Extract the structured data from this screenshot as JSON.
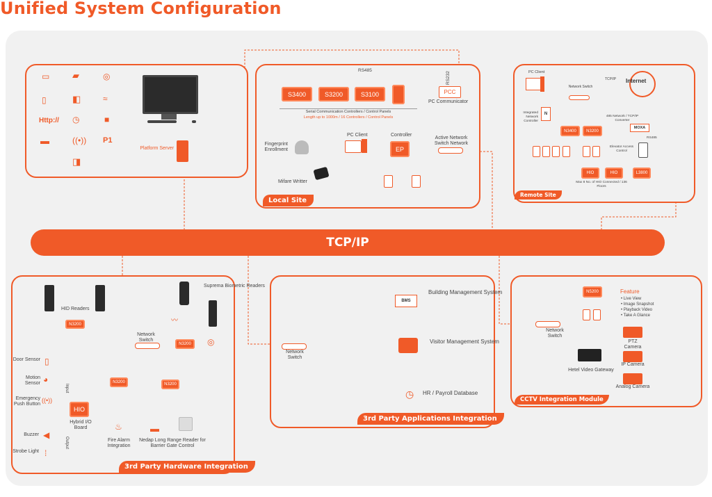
{
  "title": "Unified System Configuration",
  "bus_label": "TCP/IP",
  "local": {
    "tag": "Local Site",
    "rs485": "RS485",
    "rs232": "RS232",
    "controllers": [
      "S3400",
      "S3200",
      "S3100"
    ],
    "pcc": "PCC",
    "pc_communicator": "PC Communicator",
    "serial_caption": "Serial Communication Controllers / Control Panels",
    "length_caption": "Length up to 1000m / 16 Controllers / Control Panels",
    "pc_client": "PC Client",
    "controller": "Controller",
    "ep": "EP",
    "active_switch": "Active Network Switch Network",
    "fingerprint": "Fingerprint Enrollment",
    "mifare": "Mifare Writter"
  },
  "platform": {
    "server": "Platform Server"
  },
  "user_icons": {
    "http": "Http://",
    "p1": "P1"
  },
  "remote": {
    "tag": "Remote Site",
    "pc_client": "PC Client",
    "tcpip": "TCP/IP",
    "internet": "Internet",
    "network_switch": "Network Switch",
    "integrated": "Integrated Network Controller",
    "n_label": "N",
    "n3400": "N3400",
    "n3200": "N3200",
    "converter": "485 Network / TCP/IP Converter",
    "moxa": "MOXA",
    "rs485": "RS485",
    "elevator": "Elevator Access Control",
    "hio": "HIO",
    "l3800": "L3800",
    "max_hio": "Max 8 No. of HIO Connected / 136 Floors"
  },
  "hardware": {
    "tag": "3rd Party Hardware Integration",
    "hid_readers": "HID Readers",
    "n3200": "N3200",
    "network_switch": "Network Switch",
    "suprema": "Suprema Biometric Readers",
    "door_sensor": "Door Sensor",
    "motion_sensor": "Motion Sensor",
    "emergency": "Emergency Push Button",
    "buzzer": "Buzzer",
    "strobe": "Strobe Light",
    "input": "Input",
    "output": "Output",
    "hio": "HIO",
    "hybrid": "Hybrid I/O Board",
    "fire_alarm": "Fire Alarm Integration",
    "nedap": "Nedap Long Range Reader for Barrier Gate Control"
  },
  "apps": {
    "tag": "3rd Party Applications Integration",
    "bms": "BMS",
    "building": "Building Management System",
    "network_switch": "Network Switch",
    "visitor": "Visitor Management System",
    "hr": "HR / Payroll Database"
  },
  "cctv": {
    "tag": "CCTV Integration Module",
    "n5200": "N5200",
    "feature_title": "Feature",
    "features": [
      "• Live View",
      "• Image Snapshot",
      "• Playback Video",
      "• Take A Glance"
    ],
    "network_switch": "Network Switch",
    "ptz": "PTZ Camera",
    "ip": "IP Camera",
    "gateway": "Hetel Video Gateway",
    "analog": "Analog Camera"
  },
  "colors": {
    "accent": "#f05a28",
    "canvas": "#f1f1f1",
    "dark": "#2b2b2b"
  },
  "icons": [
    "card-reader-icon",
    "card-swipe-icon",
    "fingerprint-icon",
    "door-icon",
    "wifi-icon",
    "lock-icon",
    "car-icon",
    "clock-icon",
    "fire-icon",
    "signal-icon",
    "exit-door-icon",
    "monitor-icon",
    "globe-icon",
    "camera-icon",
    "video-gateway-icon"
  ]
}
